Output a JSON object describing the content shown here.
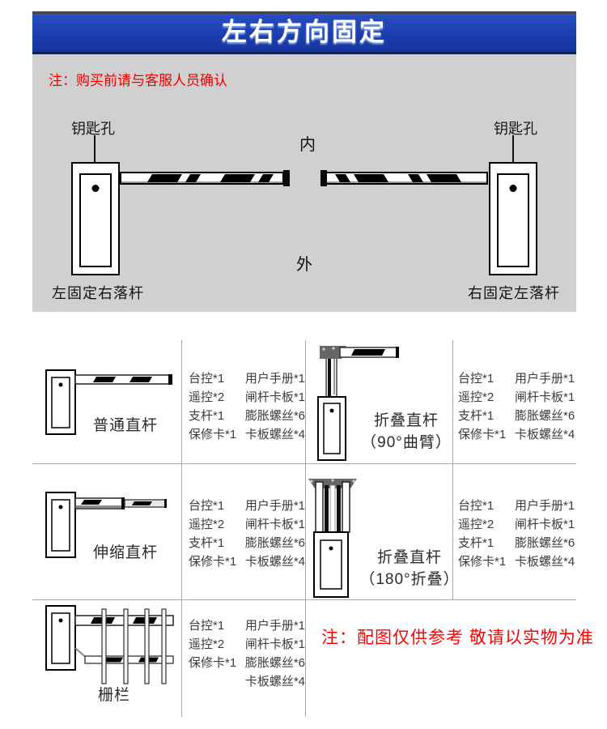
{
  "banner": {
    "title": "左右方向固定"
  },
  "notes": {
    "top": "注：购买前请与客服人员确认",
    "bottom": "注：配图仅供参考 敬请以实物为准"
  },
  "diagram": {
    "inner_label": "内",
    "outer_label": "外",
    "left": {
      "keyhole_label": "钥匙孔",
      "caption": "左固定右落杆"
    },
    "right": {
      "keyhole_label": "钥匙孔",
      "caption": "右固定左落杆"
    }
  },
  "colors": {
    "banner_blue": "#1d40b2",
    "note_red": "#ee0000",
    "background_gray": "#d0d0d0",
    "table_line_gray": "#a8a8a8"
  },
  "products": [
    {
      "name": "普通直杆",
      "name_line2": "",
      "accessories_left": [
        "台控*1",
        "遥控*2",
        "支杆*1",
        "保修卡*1"
      ],
      "accessories_right": [
        "用户手册*1",
        "闸杆卡板*1",
        "膨胀螺丝*6",
        "卡板螺丝*4"
      ]
    },
    {
      "name": "折叠直杆",
      "name_line2": "（90°曲臂）",
      "accessories_left": [
        "台控*1",
        "遥控*2",
        "支杆*1",
        "保修卡*1"
      ],
      "accessories_right": [
        "用户手册*1",
        "闸杆卡板*1",
        "膨胀螺丝*6",
        "卡板螺丝*4"
      ]
    },
    {
      "name": "伸缩直杆",
      "name_line2": "",
      "accessories_left": [
        "台控*1",
        "遥控*2",
        "支杆*1",
        "保修卡*1"
      ],
      "accessories_right": [
        "用户手册*1",
        "闸杆卡板*1",
        "膨胀螺丝*6",
        "卡板螺丝*4"
      ]
    },
    {
      "name": "折叠直杆",
      "name_line2": "（180°折叠）",
      "accessories_left": [
        "台控*1",
        "遥控*2",
        "支杆*1",
        "保修卡*1"
      ],
      "accessories_right": [
        "用户手册*1",
        "闸杆卡板*1",
        "膨胀螺丝*6",
        "卡板螺丝*4"
      ]
    },
    {
      "name": "栅栏",
      "name_line2": "",
      "accessories_left": [
        "台控*1",
        "遥控*2",
        "保修卡*1"
      ],
      "accessories_right": [
        "用户手册*1",
        "闸杆卡板*1",
        "膨胀螺丝*6",
        "卡板螺丝*4"
      ]
    }
  ]
}
